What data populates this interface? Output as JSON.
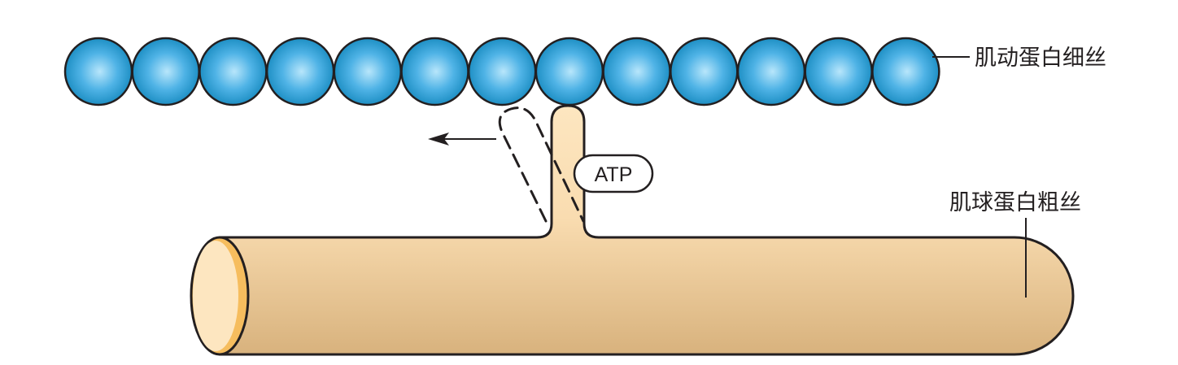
{
  "labels": {
    "actin": "肌动蛋白细丝",
    "myosin": "肌球蛋白粗丝",
    "atp": "ATP"
  },
  "actin_filament": {
    "bead_count": 13
  },
  "colors": {
    "actin_bead_edge": "#1e8fc4",
    "actin_bead_center": "#b8e6fb",
    "myosin_light": "#fde6c0",
    "myosin_dark": "#d8b27d",
    "myosin_end_cap": "#f6bd5e",
    "outline": "#231f20"
  }
}
